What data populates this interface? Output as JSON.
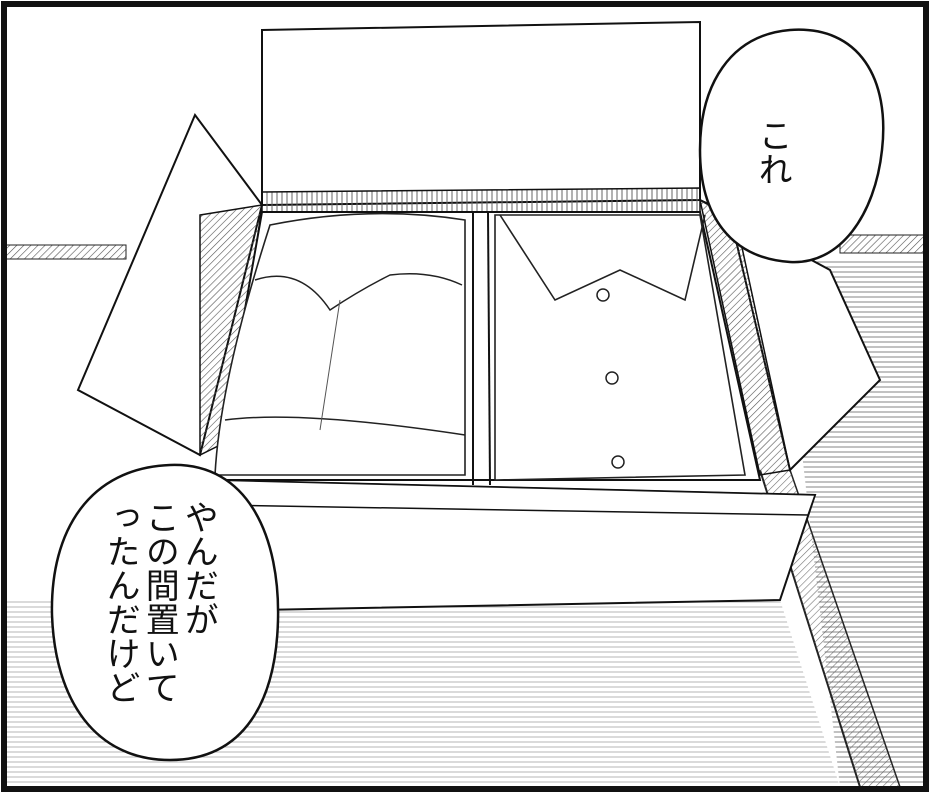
{
  "colors": {
    "ink": "#111111",
    "paper": "#ffffff",
    "hatch": "#6a6a6a",
    "tatami": "#9a9a9a"
  },
  "speech_bubbles": [
    {
      "lines": [
        "これ"
      ]
    },
    {
      "lines": [
        "やんだが",
        "この間置いて",
        "ったんだけど"
      ]
    }
  ],
  "objects": {
    "box": "cardboard-box",
    "left_item": "folded-clothes",
    "right_item": "folded-white-shirt"
  }
}
